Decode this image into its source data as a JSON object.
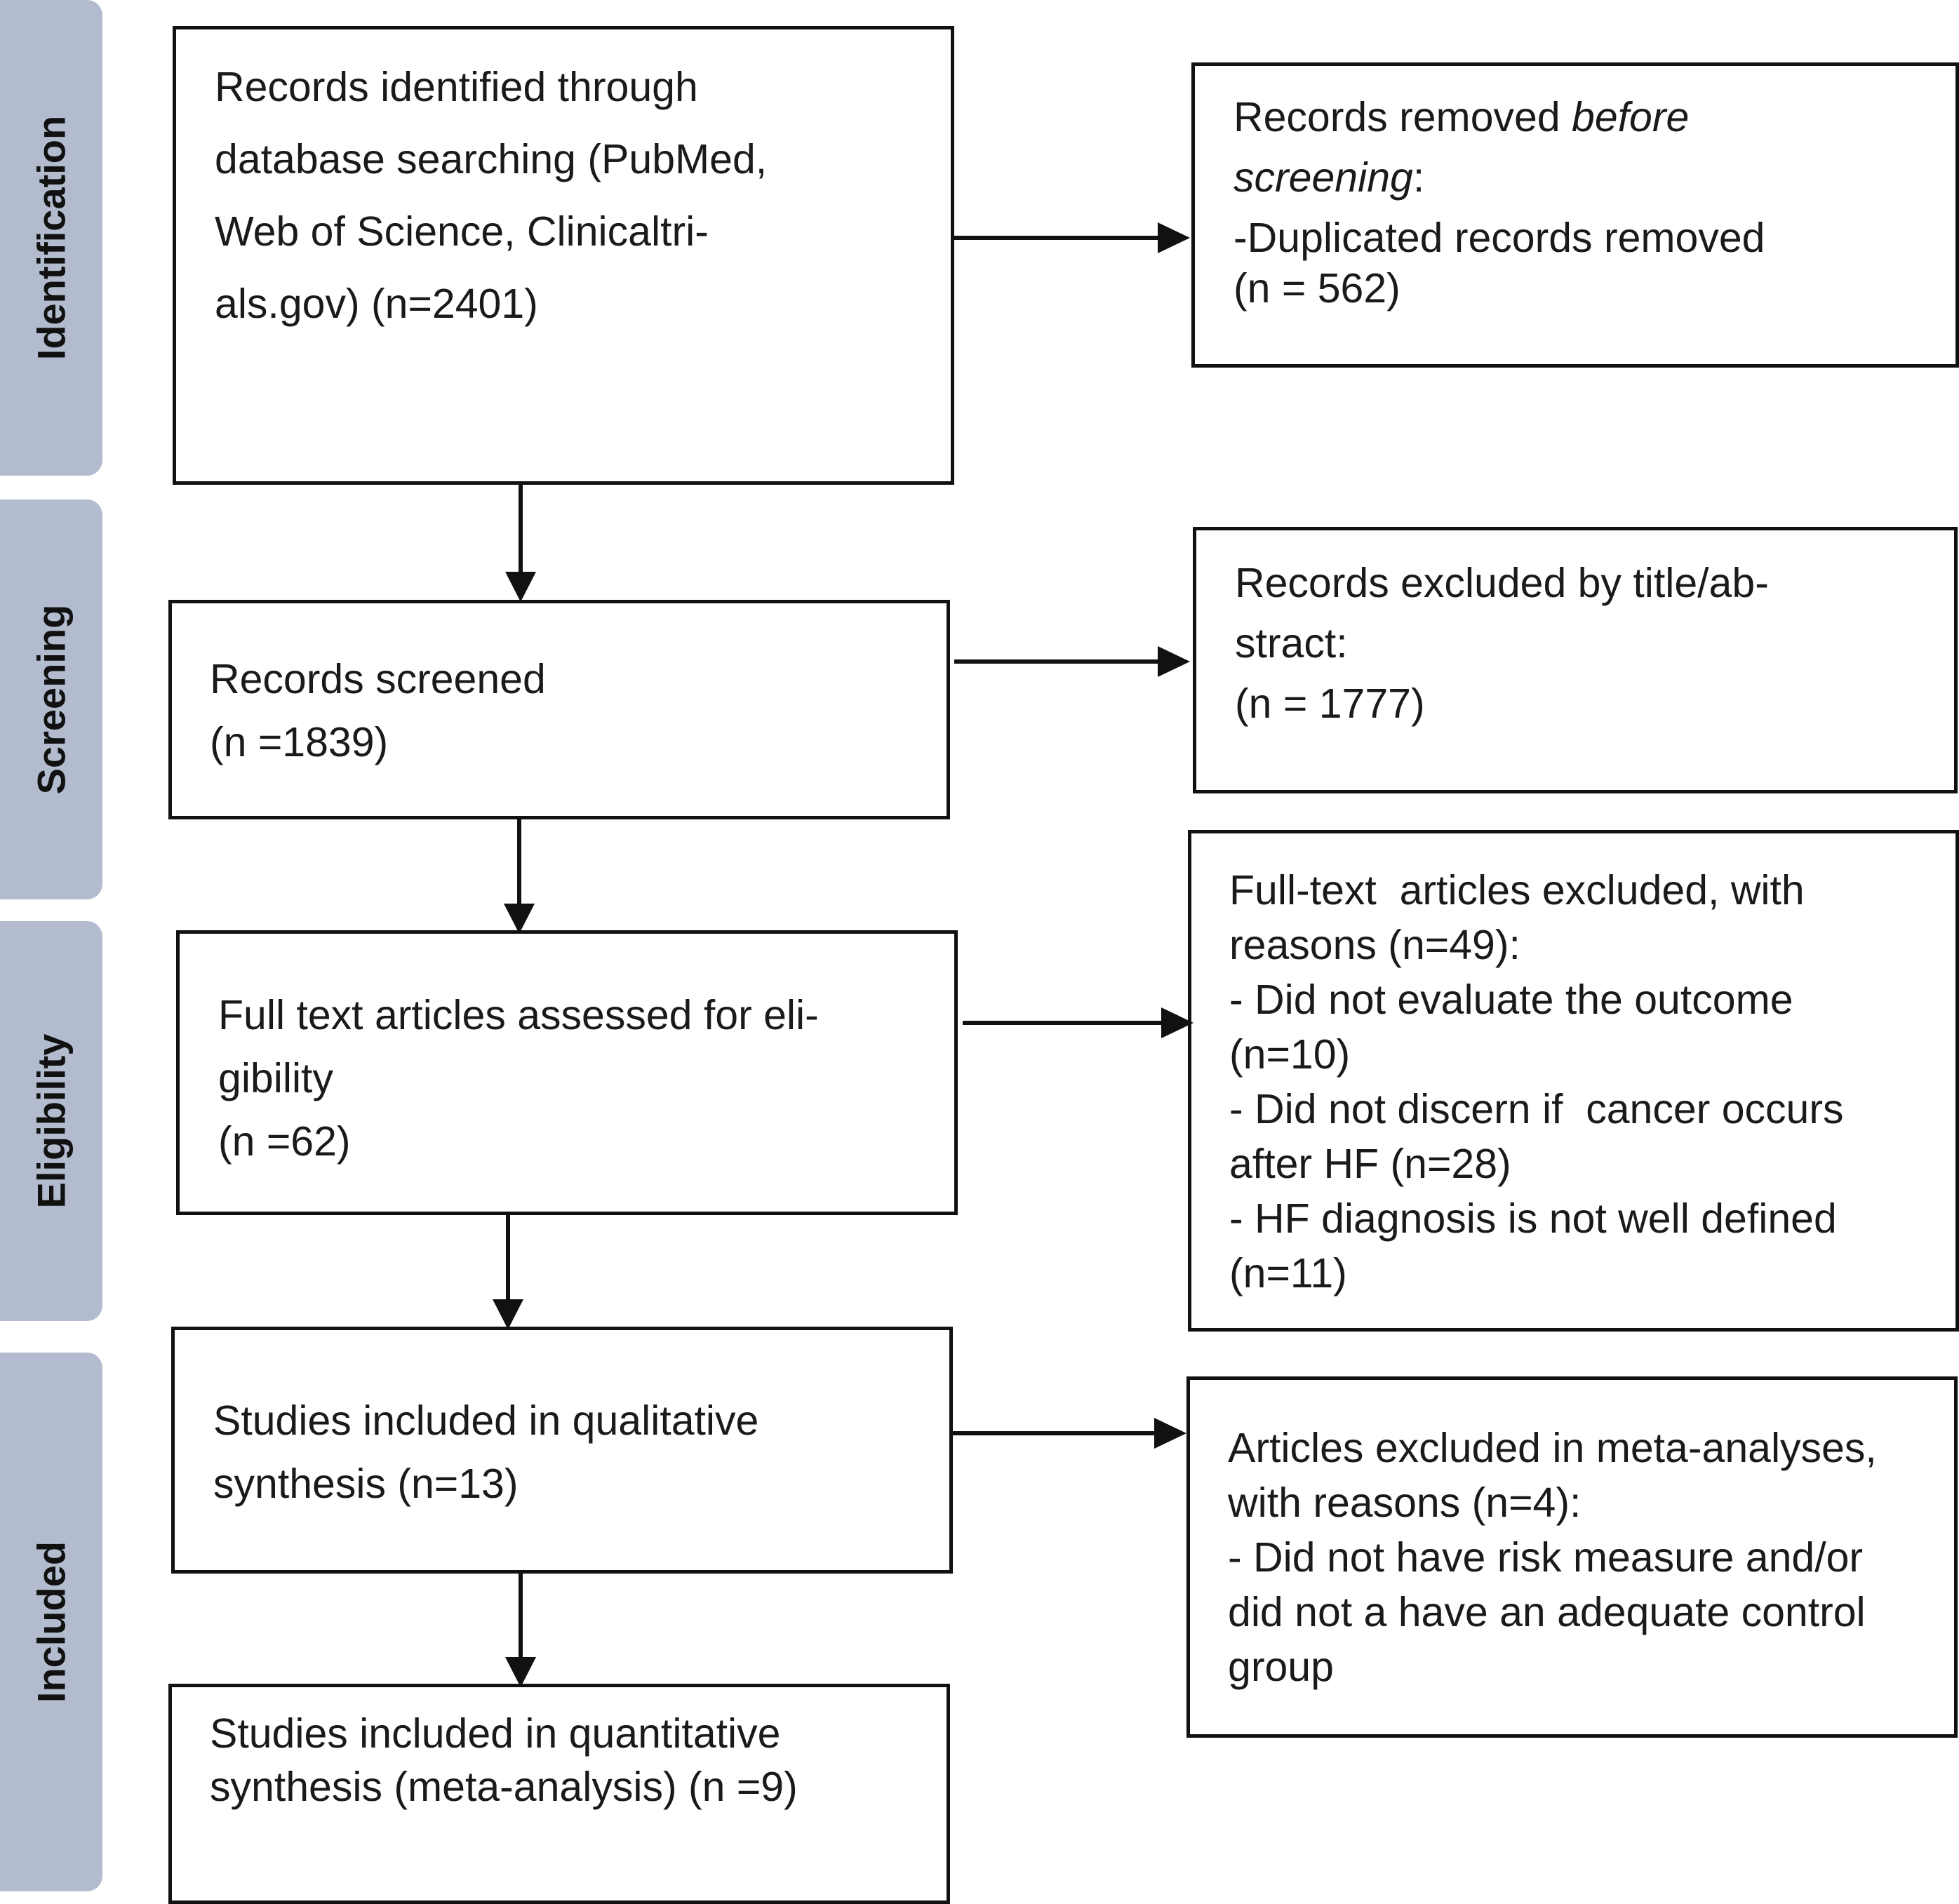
{
  "diagram": {
    "stages": {
      "identification": "Identification",
      "screening": "Screening",
      "eligibility": "Eligibility",
      "included": "Included"
    },
    "identified": {
      "lines": [
        "Records identified through",
        "database searching (PubMed,",
        "Web of Science, Clinicaltri-",
        "als.gov) (n=2401)"
      ]
    },
    "removed": {
      "line1_prefix": "Records removed ",
      "line1_italic": "before",
      "line2_italic": "screening",
      "line2_suffix": ":",
      "line3": "-Duplicated records removed",
      "line4": "(n = 562)"
    },
    "screened": {
      "lines": [
        "Records screened",
        "(n =1839)"
      ]
    },
    "excluded_title": {
      "lines": [
        "Records excluded by title/ab-",
        "stract:",
        "(n = 1777)"
      ]
    },
    "fulltext": {
      "lines": [
        "Full text articles assessed for eli-",
        "gibility",
        "(n =62)"
      ]
    },
    "fulltext_excluded": {
      "lines": [
        "Full-text  articles excluded, with",
        "reasons (n=49):",
        "- Did not evaluate the outcome",
        "(n=10)",
        "- Did not discern if  cancer occurs",
        "after HF (n=28)",
        "- HF diagnosis is not well defined",
        "(n=11)"
      ]
    },
    "qualitative": {
      "lines": [
        "Studies included in qualitative",
        "synthesis (n=13)"
      ]
    },
    "meta_excluded": {
      "lines": [
        "Articles excluded in meta-analyses,",
        "with reasons (n=4):",
        "- Did not have risk measure and/or",
        "did not a have an adequate control",
        "group"
      ]
    },
    "quantitative": {
      "lines": [
        "Studies included in quantitative",
        "synthesis (meta-analysis) (n =9)"
      ]
    },
    "colors": {
      "stage_fill": "#b3bcce",
      "box_border": "#111111",
      "arrow": "#111111",
      "text": "#1a1a1a"
    }
  }
}
